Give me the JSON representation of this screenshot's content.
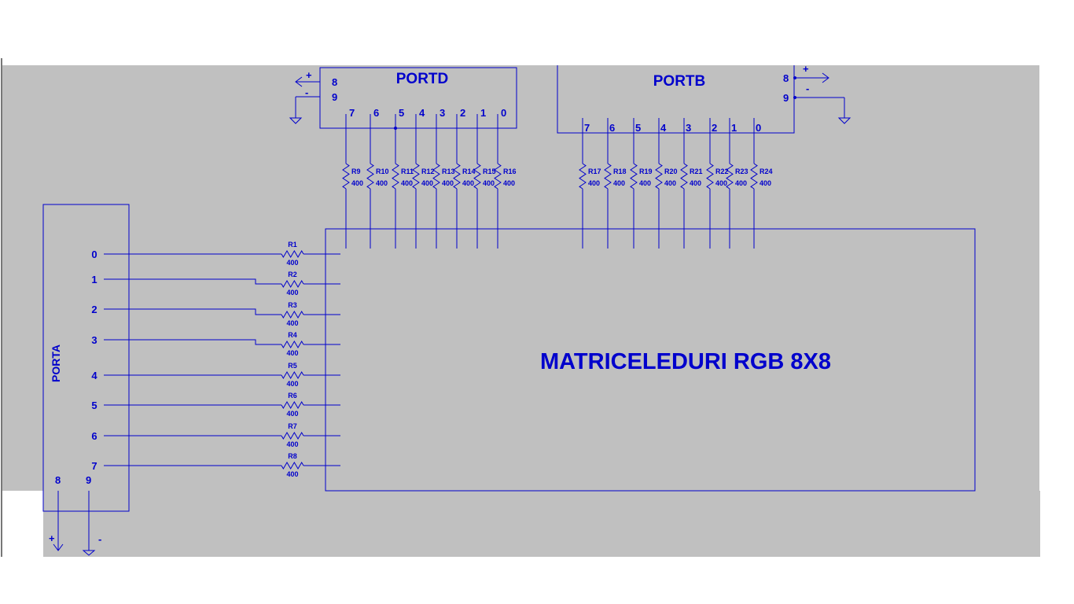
{
  "ports": {
    "portd": {
      "name": "PORTD",
      "pins": [
        "7",
        "6",
        "5",
        "4",
        "3",
        "2",
        "1",
        "0"
      ],
      "pwr": {
        "p8": "8",
        "p9": "9",
        "plus": "+",
        "minus": "-"
      }
    },
    "portb": {
      "name": "PORTB",
      "pins": [
        "7",
        "6",
        "5",
        "4",
        "3",
        "2",
        "1",
        "0"
      ],
      "pwr": {
        "p8": "8",
        "p9": "9",
        "plus": "+",
        "minus": "-"
      }
    },
    "porta": {
      "name": "PORTA",
      "pins": [
        "0",
        "1",
        "2",
        "3",
        "4",
        "5",
        "6",
        "7"
      ],
      "pwr": {
        "p8": "8",
        "p9": "9",
        "plus": "+",
        "minus": "-"
      }
    }
  },
  "matrix": {
    "label": "MATRICELEDURI RGB 8X8"
  },
  "resistors": {
    "porta": [
      {
        "name": "R1",
        "value": "400"
      },
      {
        "name": "R2",
        "value": "400"
      },
      {
        "name": "R3",
        "value": "400"
      },
      {
        "name": "R4",
        "value": "400"
      },
      {
        "name": "R5",
        "value": "400"
      },
      {
        "name": "R6",
        "value": "400"
      },
      {
        "name": "R7",
        "value": "400"
      },
      {
        "name": "R8",
        "value": "400"
      }
    ],
    "portd": [
      {
        "name": "R9",
        "value": "400"
      },
      {
        "name": "R10",
        "value": "400"
      },
      {
        "name": "R11",
        "value": "400"
      },
      {
        "name": "R12",
        "value": "400"
      },
      {
        "name": "R13",
        "value": "400"
      },
      {
        "name": "R14",
        "value": "400"
      },
      {
        "name": "R15",
        "value": "400"
      },
      {
        "name": "R16",
        "value": "400"
      }
    ],
    "portb": [
      {
        "name": "R17",
        "value": "400"
      },
      {
        "name": "R18",
        "value": "400"
      },
      {
        "name": "R19",
        "value": "400"
      },
      {
        "name": "R20",
        "value": "400"
      },
      {
        "name": "R21",
        "value": "400"
      },
      {
        "name": "R22",
        "value": "400"
      },
      {
        "name": "R23",
        "value": "400"
      },
      {
        "name": "R24",
        "value": "400"
      }
    ]
  },
  "colors": {
    "wire": "#0000cc",
    "canvas": "#c0c0c0",
    "background": "#ffffff"
  }
}
